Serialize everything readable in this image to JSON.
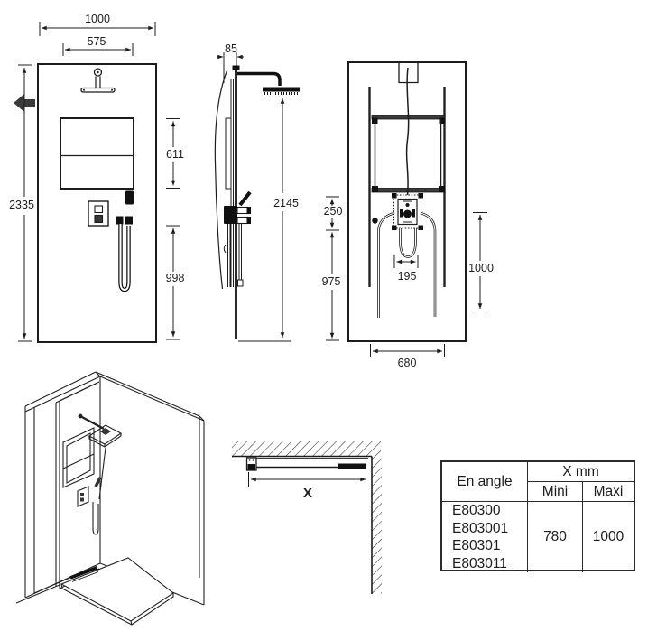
{
  "drawing": {
    "front_view": {
      "width": "1000",
      "head_offset": "575",
      "height": "2335",
      "niche_height": "611",
      "lower_height": "998"
    },
    "side_view": {
      "depth": "85",
      "head_height": "2145"
    },
    "rear_view": {
      "valve_offset": "250",
      "lower_height": "975",
      "hose_spacing": "195",
      "hose_drop": "1000",
      "frame_width": "680"
    },
    "corner_view": {
      "dim_label": "X"
    }
  },
  "table": {
    "row_header": "En angle",
    "column_group": "X mm",
    "min_header": "Mini",
    "max_header": "Maxi",
    "codes": [
      "E80300",
      "E803001",
      "E80301",
      "E803011"
    ],
    "min_value": "780",
    "max_value": "1000"
  }
}
